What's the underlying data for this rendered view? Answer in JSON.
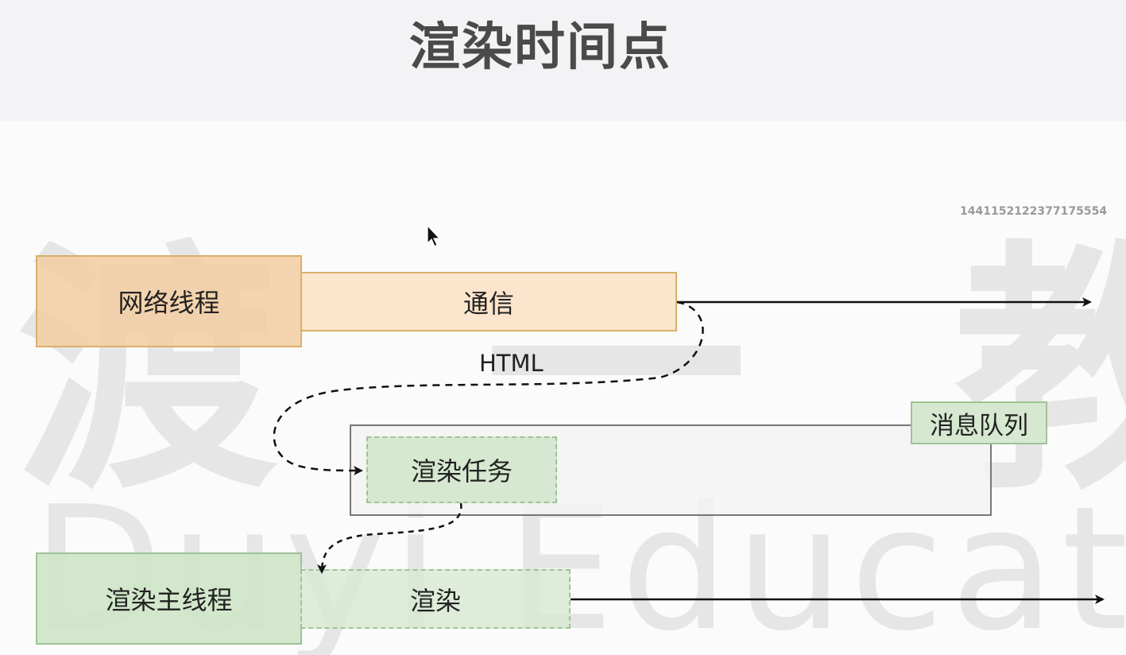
{
  "title": "渲染时间点",
  "watermark": {
    "chinese": "渡一教育",
    "english": "Duyi Education",
    "id": "1441152122377175554"
  },
  "nodes": {
    "network_thread": "网络线程",
    "communication": "通信",
    "message_queue": "消息队列",
    "render_task": "渲染任务",
    "render_main_thread": "渲染主线程",
    "render": "渲染"
  },
  "edges": {
    "html_label": "HTML"
  },
  "colors": {
    "orange_fill": "#f2cda0",
    "orange_border": "#d9b06a",
    "green_fill": "#d7e8d1",
    "green_border": "#9fc295",
    "queue_border": "#777777"
  }
}
